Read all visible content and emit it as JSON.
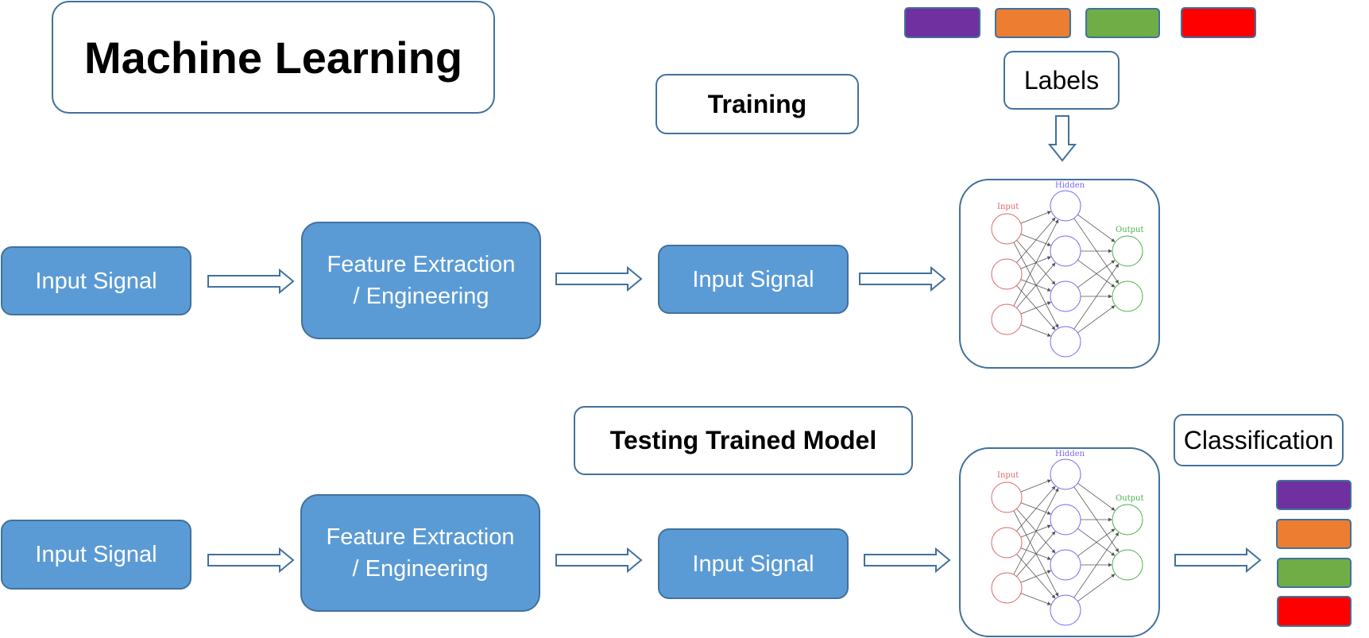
{
  "title": "Machine Learning",
  "training": {
    "heading": "Training",
    "labels_caption": "Labels",
    "input_signal": "Input Signal",
    "feature_line1": "Feature Extraction",
    "feature_line2": "/ Engineering",
    "processed_signal": "Input Signal"
  },
  "testing": {
    "heading": "Testing Trained Model",
    "classification_caption": "Classification",
    "input_signal": "Input Signal",
    "feature_line1": "Feature Extraction",
    "feature_line2": "/ Engineering",
    "processed_signal": "Input Signal"
  },
  "network": {
    "input_label": "Input",
    "hidden_label": "Hidden",
    "output_label": "Output",
    "input_color": "#E06666",
    "hidden_color": "#7B68EE",
    "output_color": "#4CAF50"
  },
  "class_colors": [
    "#7030A0",
    "#ED7D31",
    "#70AD47",
    "#FF0000"
  ]
}
